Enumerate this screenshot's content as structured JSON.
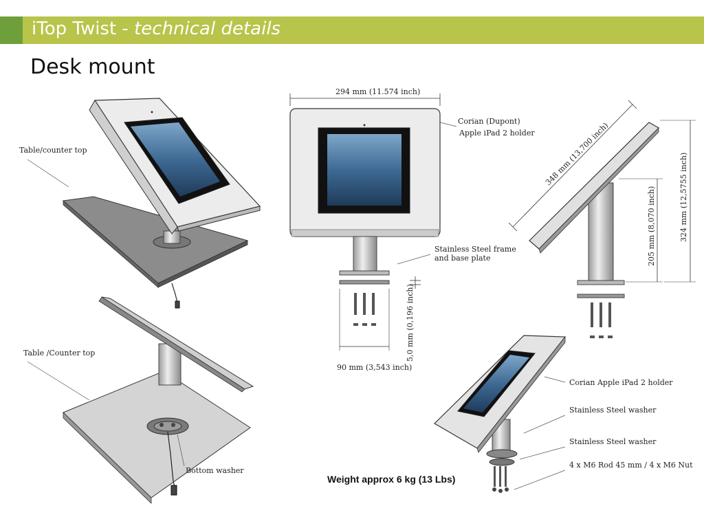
{
  "header": {
    "title_main": "iTop Twist - ",
    "title_sub": "technical details",
    "accent_color": "#b8c44a",
    "tab_color": "#6f9f3a"
  },
  "subtitle": "Desk mount",
  "labels": {
    "table_counter_top_1": "Table/counter top",
    "table_counter_top_2": "Table /Counter top",
    "bottom_washer": "Bottom washer",
    "corian_dupont": "Corian (Dupont)",
    "apple_ipad2_holder": "Apple iPad 2 holder",
    "stainless_frame_line1": "Stainless Steel frame",
    "stainless_frame_line2": "and base plate",
    "corian_apple_holder": "Corian Apple iPad 2 holder",
    "stainless_washer_1": "Stainless Steel washer",
    "stainless_washer_2": "Stainless Steel washer",
    "rod_nut": "4 x M6 Rod 45 mm / 4 x M6 Nut"
  },
  "dimensions": {
    "width_top": "294 mm (11.574 inch)",
    "base_width": "90 mm  (3,543 inch)",
    "plate_thickness": "5,0 mm (0,196 inch)",
    "diagonal": "348 mm (13,700 inch)",
    "pole_height": "205 mm (8,070 inch)",
    "total_height": "324 mm (12,5755 inch)"
  },
  "weight": "Weight approx 6 kg (13 Lbs)"
}
